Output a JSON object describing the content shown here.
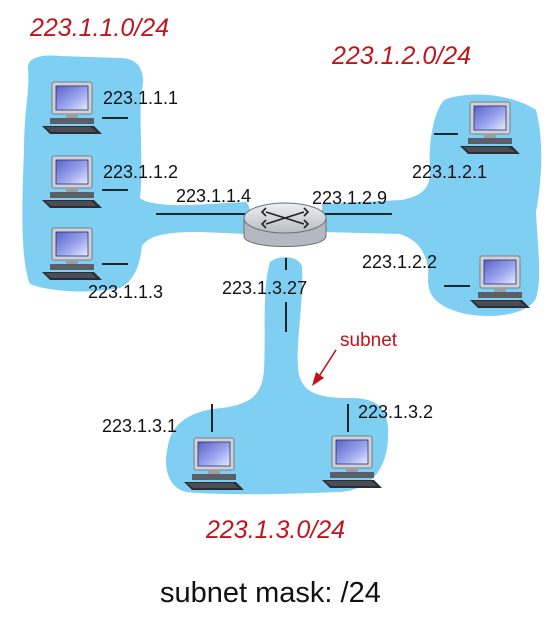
{
  "colors": {
    "subnet_fill": "#7fcff2",
    "subnet_label": "#c0141b",
    "router": "#c9cdd4",
    "line": "#111111"
  },
  "subnets": {
    "left": "223.1.1.0/24",
    "right": "223.1.2.0/24",
    "bottom": "223.1.3.0/24"
  },
  "hosts": {
    "h1": "223.1.1.1",
    "h2": "223.1.1.2",
    "h3": "223.1.1.3",
    "h4": "223.1.2.1",
    "h5": "223.1.2.2",
    "h6": "223.1.3.1",
    "h7": "223.1.3.2"
  },
  "router": {
    "if_left": "223.1.1.4",
    "if_right": "223.1.2.9",
    "if_bottom": "223.1.3.27",
    "icon": "router-icon"
  },
  "annotation": {
    "subnet": "subnet"
  },
  "caption": "subnet mask: /24"
}
